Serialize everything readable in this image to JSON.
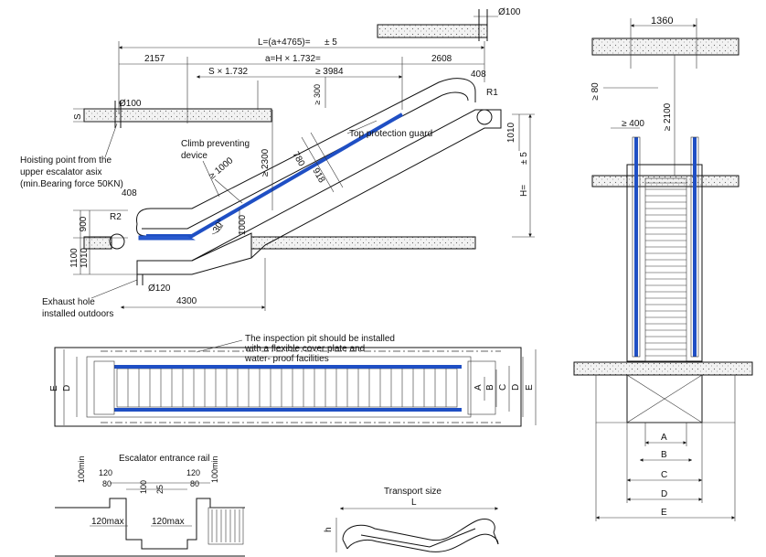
{
  "side_view": {
    "total_length": "L=(a+4765)=",
    "total_tol": "± 5",
    "dim_left": "2157",
    "dim_right": "2608",
    "dim_span": "a=H × 1.732=",
    "dim_s": "S × 1.732",
    "dim_3984": "≥ 3984",
    "dim_300": "≥ 300",
    "dim_408_top": "408",
    "dim_408_bottom": "408",
    "pipe_top": "Ø100",
    "pipe_left": "Ø100",
    "pipe_bottom": "Ø120",
    "s_label": "S",
    "r1": "R1",
    "r2": "R2",
    "hoisting_1": "Hoisting point from the",
    "hoisting_2": "upper escalator asix",
    "hoisting_3": "(min.Bearing force 50KN)",
    "climb_1": "Climb preventing",
    "climb_2": "device",
    "top_guard": "Top protection guard",
    "dim_2300": "≥ 2300",
    "dim_1000_diag": "≥ 1000",
    "dim_780": "780",
    "dim_918": "918",
    "dim_1000_vert": "1000",
    "angle": "30°",
    "dim_1010_r": "1010",
    "h_label": "H=",
    "h_tol": "± 5",
    "dim_900": "900",
    "dim_1100": "1100",
    "dim_1010_l": "1010",
    "exhaust_1": "Exhaust hole",
    "exhaust_2": "installed outdoors",
    "dim_4300": "4300"
  },
  "plan_view": {
    "note_1": "The inspection pit should be installed",
    "note_2": "with a flexible cover plate and",
    "note_3": "water- proof facilities",
    "label_e": "E",
    "label_d": "D",
    "label_a": "A",
    "label_b": "B",
    "label_c": "C"
  },
  "entrance": {
    "title": "Escalator entrance rail",
    "d100min_l": "100min",
    "d100min_r": "100min",
    "d120_l": "120",
    "d80_l": "80",
    "d100": "100",
    "d25": "25",
    "d120_r": "120",
    "d80_r": "80",
    "d120max_l": "120max",
    "d120max_r": "120max"
  },
  "transport": {
    "title": "Transport size",
    "l_label": "L",
    "h_label": "h"
  },
  "front_view": {
    "dim_1360": "1360",
    "dim_80": "≥ 80",
    "dim_400": "≥ 400",
    "dim_2100": "≥ 2100",
    "label_a": "A",
    "label_b": "B",
    "label_c": "C",
    "label_d": "D",
    "label_e": "E"
  },
  "colors": {
    "handrail": "#1f4fc4"
  }
}
